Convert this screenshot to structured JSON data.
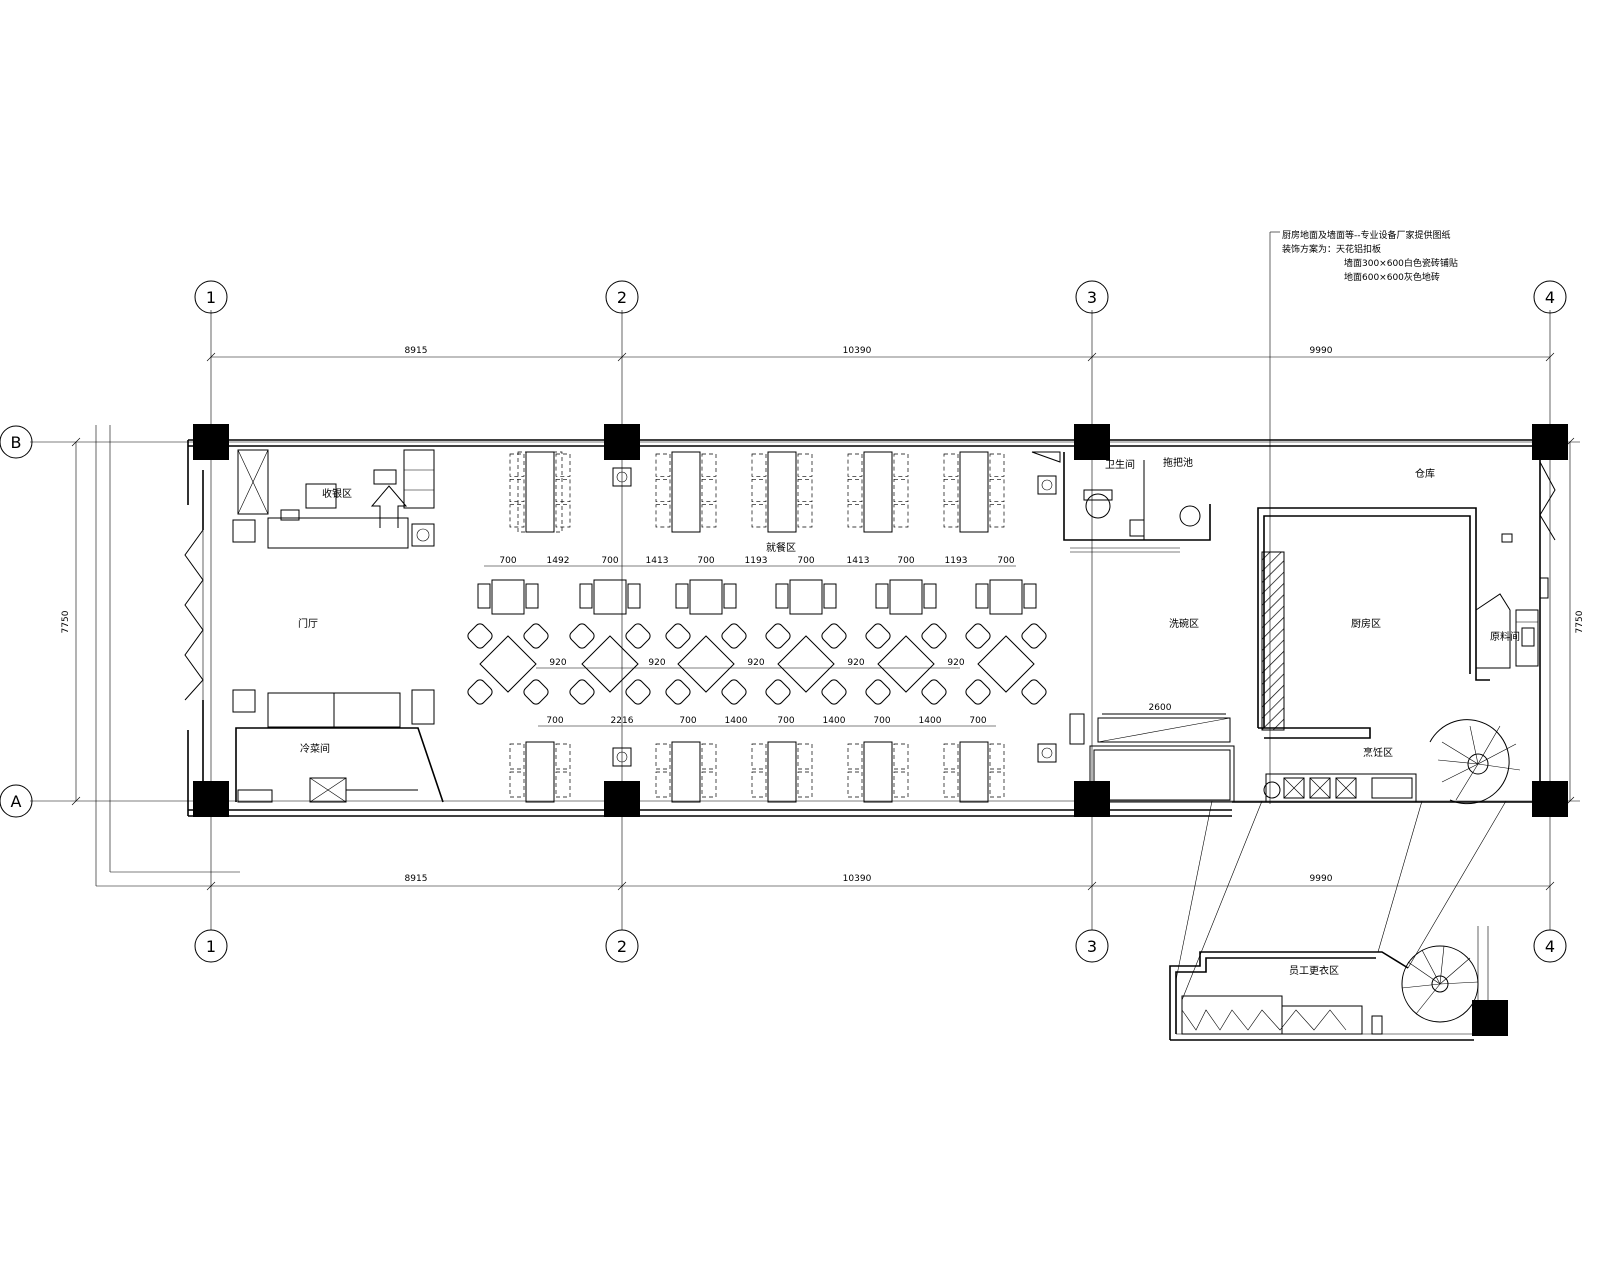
{
  "grid": {
    "columns": [
      "1",
      "2",
      "3",
      "4"
    ],
    "rows": [
      "B",
      "A"
    ]
  },
  "dimensions": {
    "top": [
      "8915",
      "10390",
      "9990"
    ],
    "bottom": [
      "8915",
      "10390",
      "9990"
    ],
    "left_vertical": "7750",
    "right_vertical": "7750",
    "seating_row_top": [
      "700",
      "1492",
      "700",
      "1413",
      "700",
      "1193",
      "700",
      "1413",
      "700",
      "1193",
      "700"
    ],
    "seating_middle": [
      "920",
      "920",
      "920",
      "920",
      "920"
    ],
    "seating_row_bottom": [
      "700",
      "2216",
      "700",
      "1400",
      "700",
      "1400",
      "700",
      "1400",
      "700"
    ],
    "counter_length": "2600"
  },
  "rooms": {
    "entrance": "门厅",
    "cashier": "收银区",
    "cold_dish": "冷菜间",
    "dining_top": "就餐区",
    "washing": "洗碗区",
    "restroom": "卫生间",
    "mop": "拖把池",
    "storage": "仓库",
    "kitchen": "厨房区",
    "material": "原料间",
    "cooking": "烹饪区",
    "staff_area": "员工更衣区"
  },
  "notes": [
    "厨房地面及墙面等--专业设备厂家提供图纸",
    "装饰方案为：天花铝扣板",
    "墙面300×600白色瓷砖铺贴",
    "地面600×600灰色地砖"
  ]
}
